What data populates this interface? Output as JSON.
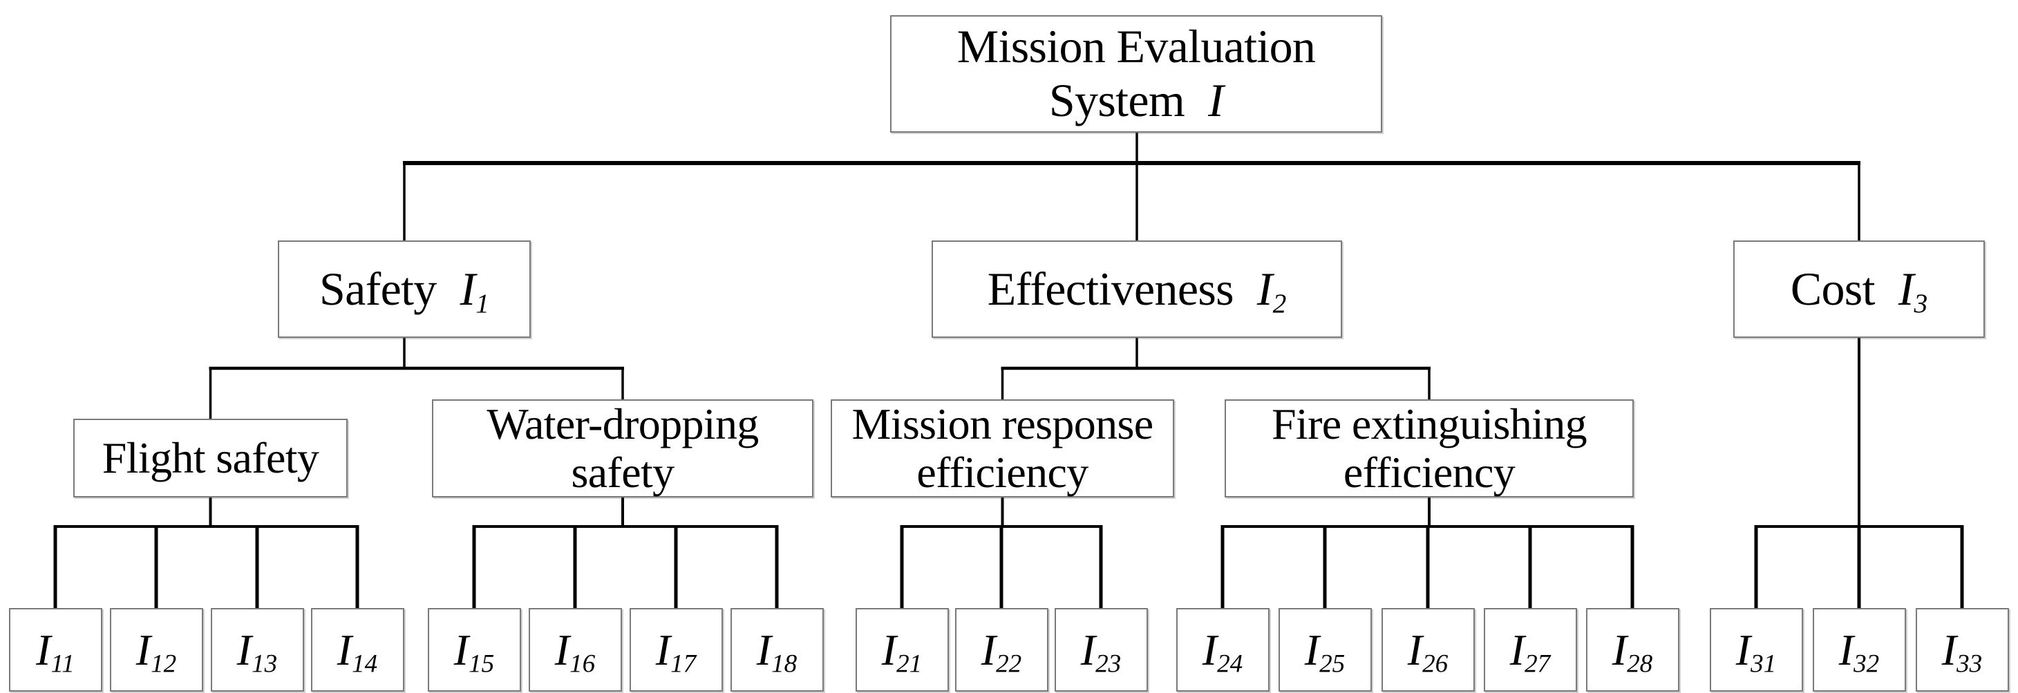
{
  "diagram_title": "Mission Evaluation System hierarchy",
  "root": {
    "line1": "Mission Evaluation",
    "line2": "System",
    "symbol": "I",
    "sub": ""
  },
  "level1": [
    {
      "id": "safety",
      "label": "Safety",
      "symbol": "I",
      "sub": "1"
    },
    {
      "id": "effectiveness",
      "label": "Effectiveness",
      "symbol": "I",
      "sub": "2"
    },
    {
      "id": "cost",
      "label": "Cost",
      "symbol": "I",
      "sub": "3"
    }
  ],
  "level2": [
    {
      "id": "flight-safety",
      "parent": "safety",
      "lines": [
        "Flight safety"
      ]
    },
    {
      "id": "water-dropping-safety",
      "parent": "safety",
      "lines": [
        "Water-dropping",
        "safety"
      ]
    },
    {
      "id": "mission-response-efficiency",
      "parent": "effectiveness",
      "lines": [
        "Mission response",
        "efficiency"
      ]
    },
    {
      "id": "fire-extinguishing-efficiency",
      "parent": "effectiveness",
      "lines": [
        "Fire extinguishing",
        "efficiency"
      ]
    }
  ],
  "leaves": [
    {
      "parent": "flight-safety",
      "symbol": "I",
      "sub": "11"
    },
    {
      "parent": "flight-safety",
      "symbol": "I",
      "sub": "12"
    },
    {
      "parent": "flight-safety",
      "symbol": "I",
      "sub": "13"
    },
    {
      "parent": "flight-safety",
      "symbol": "I",
      "sub": "14"
    },
    {
      "parent": "water-dropping-safety",
      "symbol": "I",
      "sub": "15"
    },
    {
      "parent": "water-dropping-safety",
      "symbol": "I",
      "sub": "16"
    },
    {
      "parent": "water-dropping-safety",
      "symbol": "I",
      "sub": "17"
    },
    {
      "parent": "water-dropping-safety",
      "symbol": "I",
      "sub": "18"
    },
    {
      "parent": "mission-response-efficiency",
      "symbol": "I",
      "sub": "21"
    },
    {
      "parent": "mission-response-efficiency",
      "symbol": "I",
      "sub": "22"
    },
    {
      "parent": "mission-response-efficiency",
      "symbol": "I",
      "sub": "23"
    },
    {
      "parent": "fire-extinguishing-efficiency",
      "symbol": "I",
      "sub": "24"
    },
    {
      "parent": "fire-extinguishing-efficiency",
      "symbol": "I",
      "sub": "25"
    },
    {
      "parent": "fire-extinguishing-efficiency",
      "symbol": "I",
      "sub": "26"
    },
    {
      "parent": "fire-extinguishing-efficiency",
      "symbol": "I",
      "sub": "27"
    },
    {
      "parent": "fire-extinguishing-efficiency",
      "symbol": "I",
      "sub": "28"
    },
    {
      "parent": "cost",
      "symbol": "I",
      "sub": "31"
    },
    {
      "parent": "cost",
      "symbol": "I",
      "sub": "32"
    },
    {
      "parent": "cost",
      "symbol": "I",
      "sub": "33"
    }
  ],
  "colors": {
    "background": "#ffffff",
    "line": "#000000",
    "box_border": "#7a7a7a",
    "text": "#000000"
  }
}
